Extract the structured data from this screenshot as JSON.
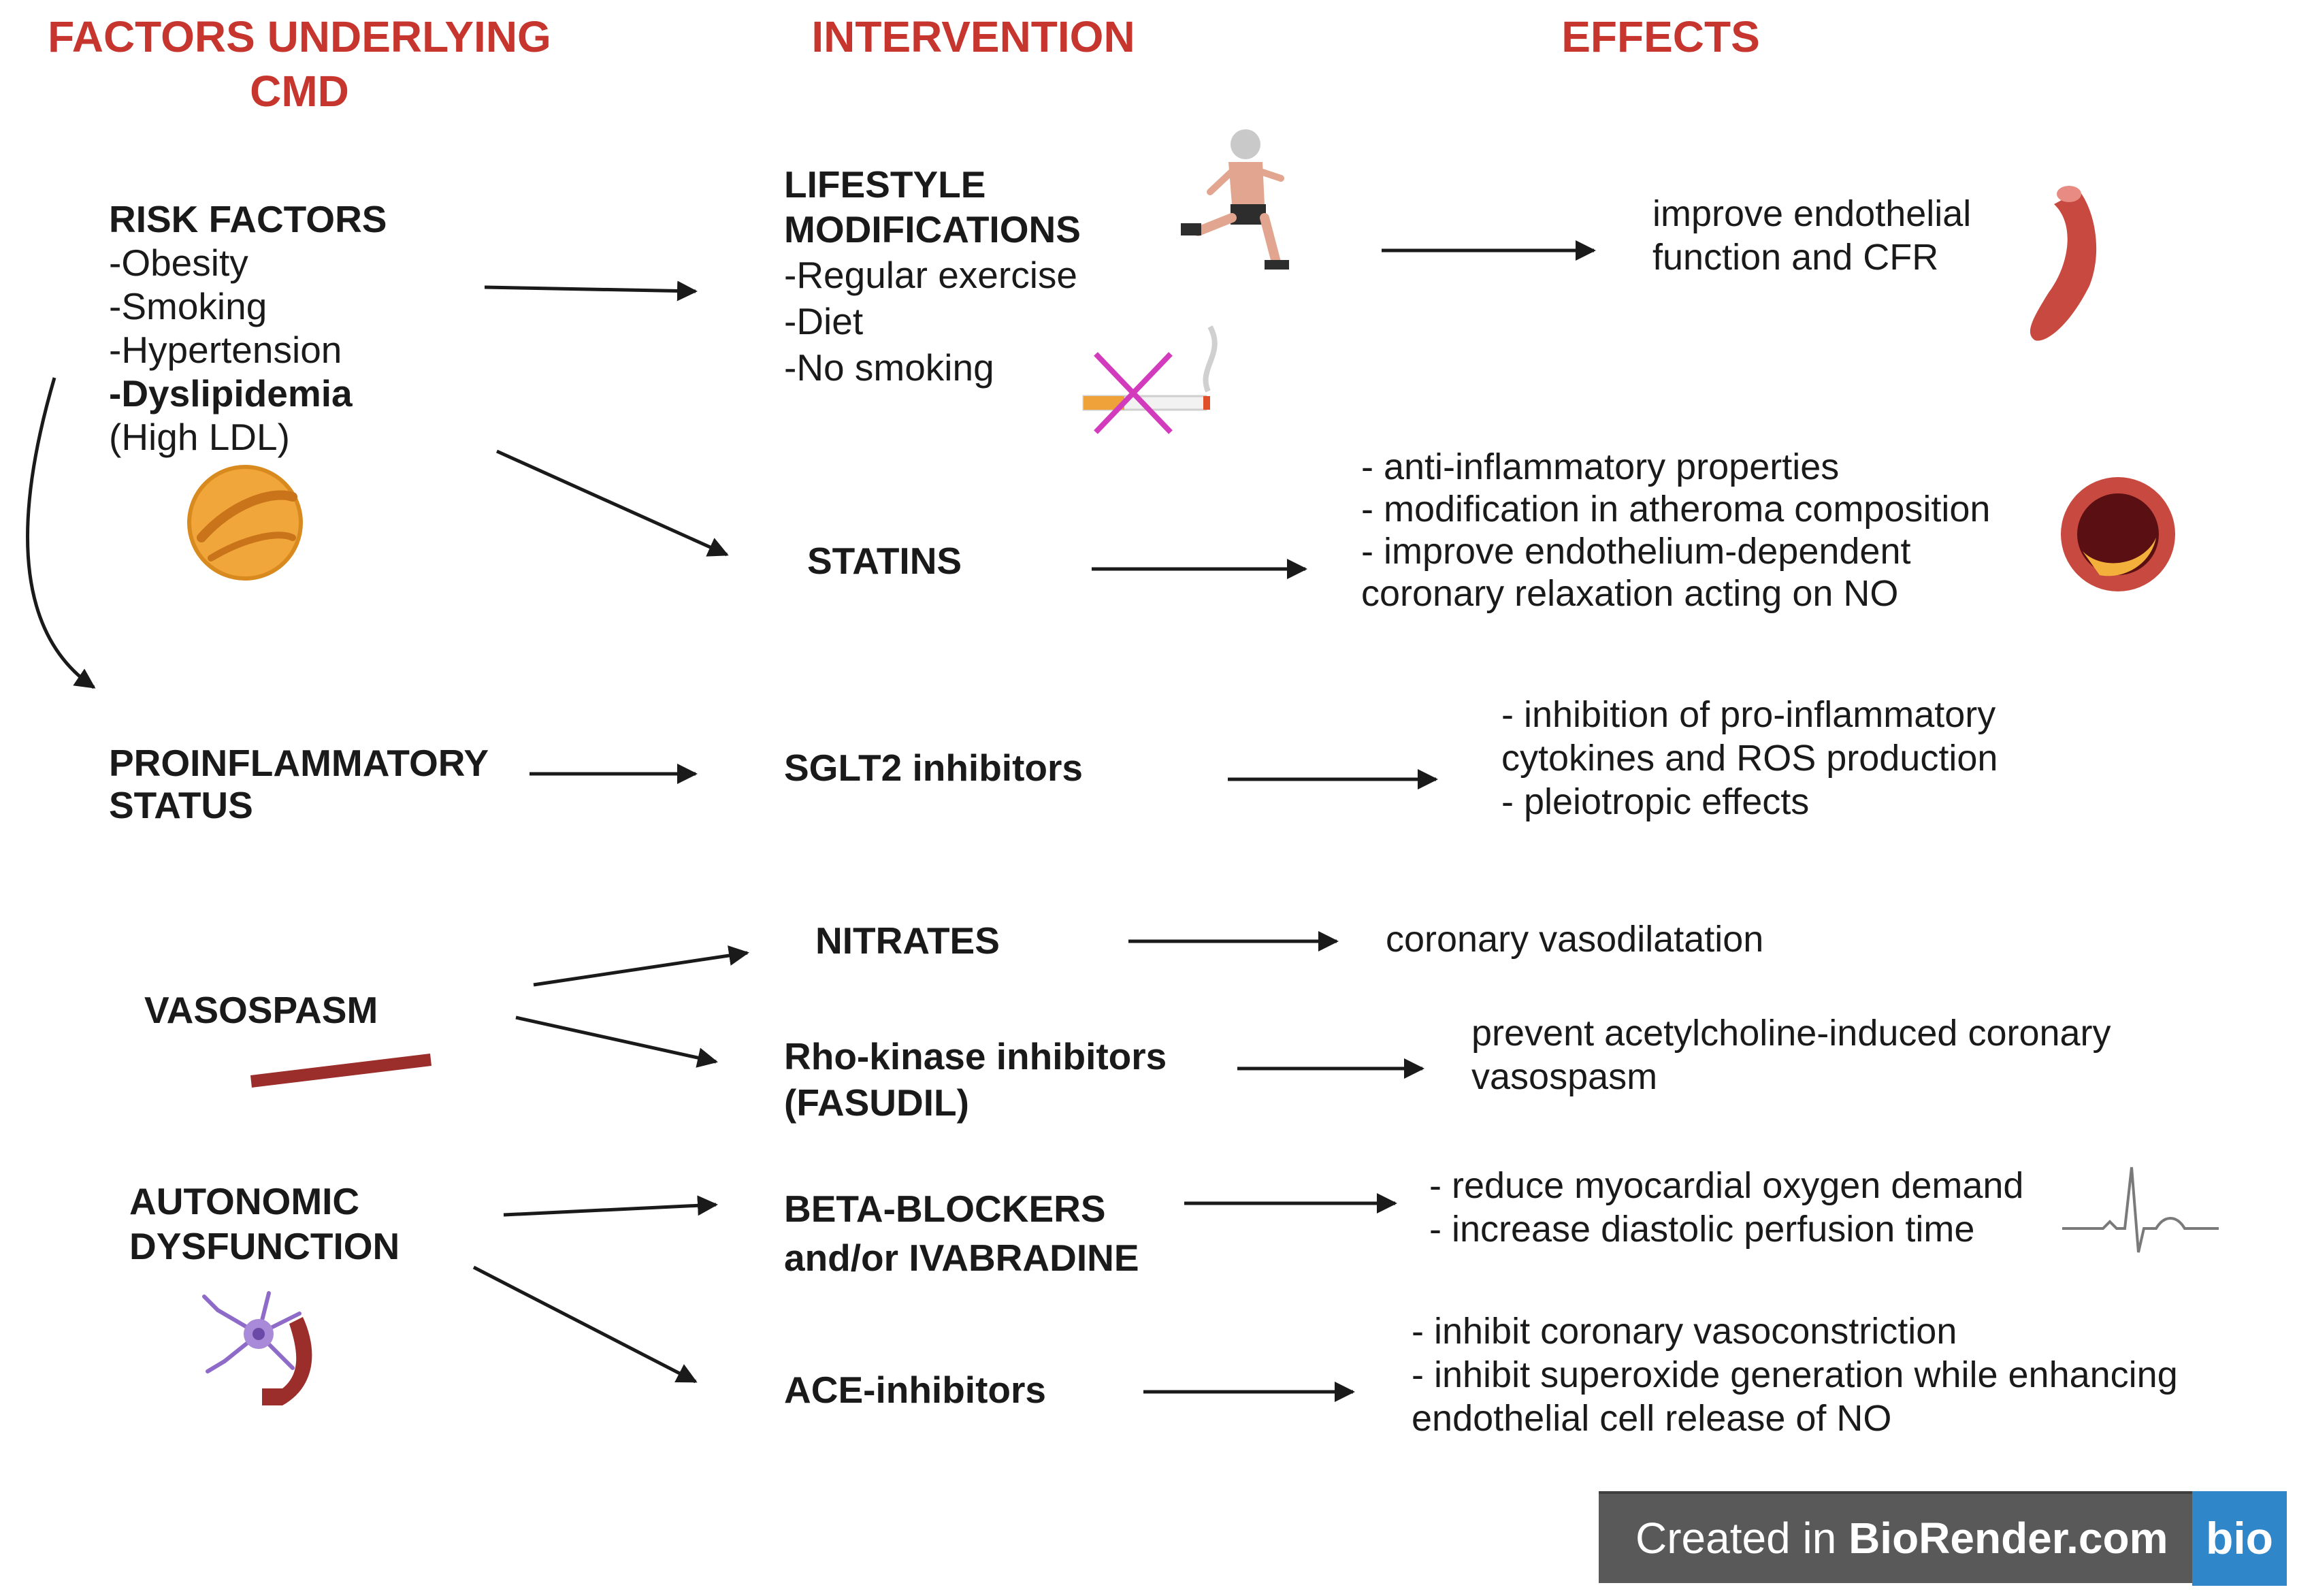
{
  "headers": {
    "factors": "FACTORS UNDERLYING\nCMD",
    "intervention": "INTERVENTION",
    "effects": "EFFECTS"
  },
  "factors": {
    "risk_title": "RISK FACTORS",
    "risk_items": [
      "-Obesity",
      "-Smoking",
      "-Hypertension"
    ],
    "dyslipidemia": "-Dyslipidemia",
    "high_ldl": "(High LDL)",
    "proinflammatory": "PROINFLAMMATORY\nSTATUS",
    "vasospasm": "VASOSPASM",
    "autonomic": "AUTONOMIC\nDYSFUNCTION"
  },
  "interventions": {
    "lifestyle_title": "LIFESTYLE\nMODIFICATIONS",
    "lifestyle_items": [
      "-Regular exercise",
      "-Diet",
      "-No smoking"
    ],
    "statins": "STATINS",
    "sglt2": "SGLT2 inhibitors",
    "nitrates": "NITRATES",
    "rho": "Rho-kinase inhibitors\n(FASUDIL)",
    "beta": "BETA-BLOCKERS\nand/or IVABRADINE",
    "ace": "ACE-inhibitors"
  },
  "effects": {
    "lifestyle": "improve endothelial\nfunction and CFR",
    "statins": "- anti-inflammatory properties\n- modification in atheroma composition\n- improve endothelium-dependent\ncoronary relaxation acting on NO",
    "sglt2": "- inhibition of pro-inflammatory\ncytokines and ROS production\n- pleiotropic effects",
    "nitrates": "coronary vasodilatation",
    "rho": "prevent acetylcholine-induced coronary\nvasospasm",
    "beta": "- reduce myocardial oxygen demand\n- increase diastolic perfusion time",
    "ace": "- inhibit coronary vasoconstriction\n- inhibit superoxide generation while enhancing\nendothelial cell release of NO"
  },
  "icons": [
    "runner-icon",
    "no-smoking-icon",
    "blood-vessel-icon",
    "ldl-particle-icon",
    "atheroma-vessel-icon",
    "vasospasm-vessel-icon",
    "neuron-icon",
    "ecg-icon"
  ],
  "colors": {
    "header_red": "#c6362f",
    "badge_gray": "#595959",
    "badge_blue": "#2f86c9"
  },
  "badge": {
    "prefix": "Created in ",
    "brand": "BioRender.com",
    "logo": "bio"
  }
}
